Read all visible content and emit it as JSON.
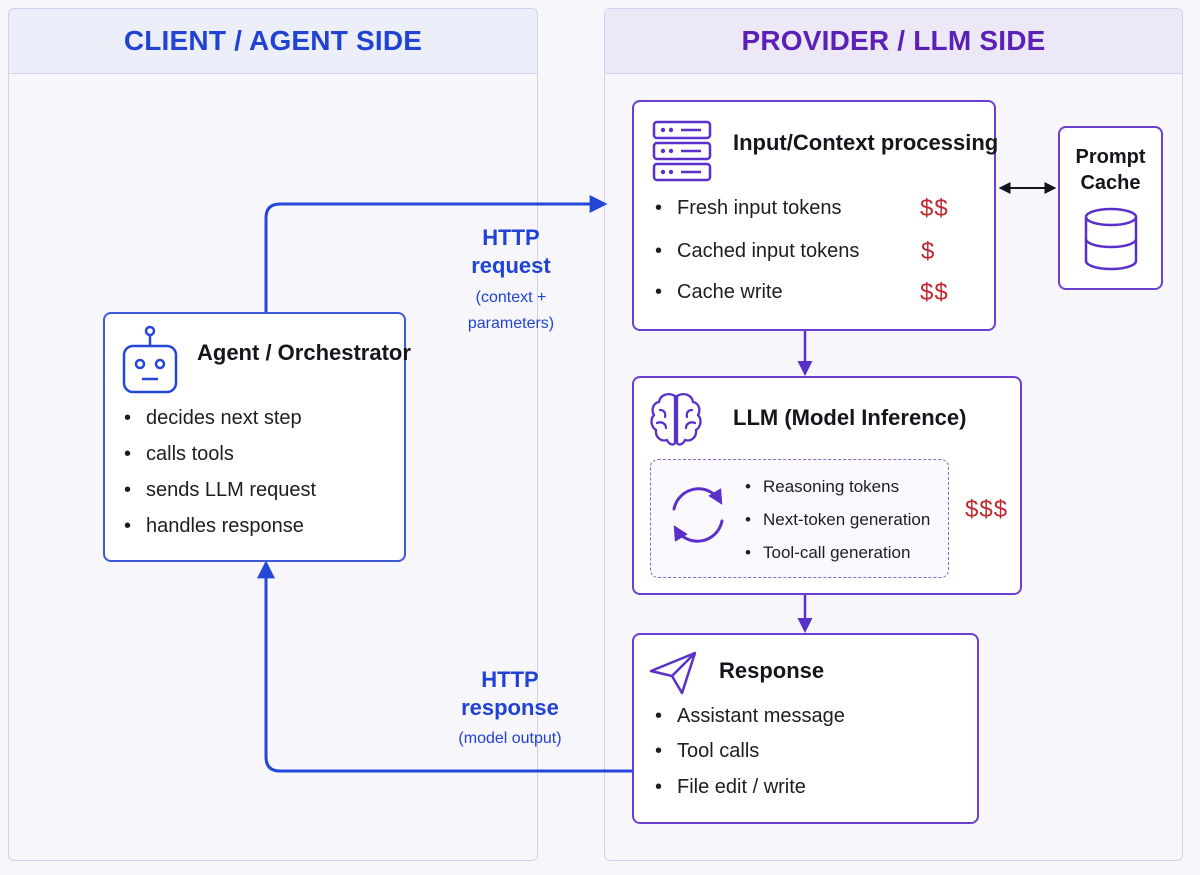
{
  "panels": {
    "client_title": "CLIENT / AGENT SIDE",
    "provider_title": "PROVIDER / LLM SIDE"
  },
  "agent": {
    "title": "Agent / Orchestrator",
    "icon": "robot-icon",
    "items": [
      "decides next step",
      "calls tools",
      "sends LLM request",
      "handles response"
    ]
  },
  "request": {
    "label_line1": "HTTP",
    "label_line2": "request",
    "detail_line1": "(context +",
    "detail_line2": "parameters)"
  },
  "response_link": {
    "label_line1": "HTTP",
    "label_line2": "response",
    "detail": "(model output)"
  },
  "input_processing": {
    "title": "Input/Context processing",
    "icon": "server-stack-icon",
    "items": [
      {
        "label": "Fresh input tokens",
        "cost": "$$"
      },
      {
        "label": "Cached input tokens",
        "cost": "$"
      },
      {
        "label": "Cache write",
        "cost": "$$"
      }
    ]
  },
  "prompt_cache": {
    "line1": "Prompt",
    "line2": "Cache",
    "icon": "database-icon"
  },
  "llm": {
    "title": "LLM (Model Inference)",
    "icon": "brain-icon",
    "loop_icon": "refresh-cycle-icon",
    "items": [
      "Reasoning tokens",
      "Next-token generation",
      "Tool-call generation"
    ],
    "cost": "$$$"
  },
  "response": {
    "title": "Response",
    "icon": "paper-plane-icon",
    "items": [
      "Assistant message",
      "Tool calls",
      "File edit / write"
    ]
  },
  "colors": {
    "client_accent": "#2043d6",
    "provider_accent": "#6d3fd1",
    "cost": "#c0262d"
  }
}
